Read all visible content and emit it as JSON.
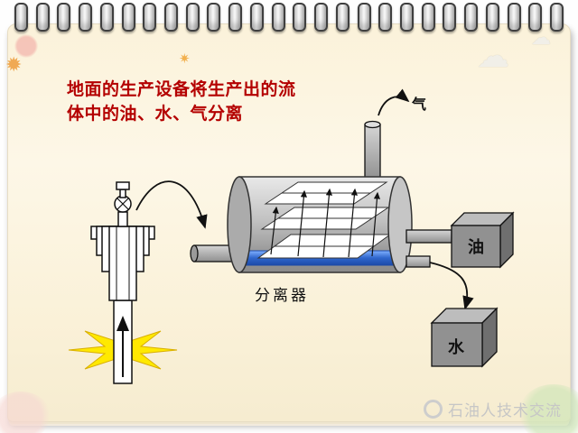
{
  "slide_title": {
    "line1": "地面的生产设备将生产出的流",
    "line2": "体中的油、水、气分离",
    "color": "#b40000"
  },
  "diagram": {
    "labels": {
      "gas": "气",
      "oil": "油",
      "water": "水",
      "separator": "分离器"
    },
    "colors": {
      "vessel_gray": "#b5b5b5",
      "water_blue": "#2f66cc",
      "burst_yellow": "#ffe900",
      "tank_gray": "#909090"
    }
  },
  "decorations": {
    "burst": "✹",
    "star": "✷",
    "cloud": "☁"
  },
  "watermark": {
    "text": "石油人技术交流"
  }
}
